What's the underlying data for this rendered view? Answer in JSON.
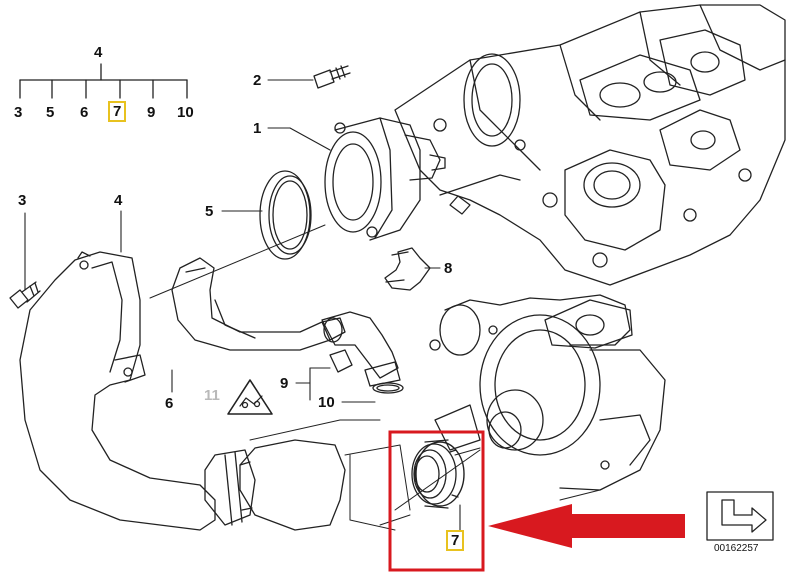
{
  "tree": {
    "root": "4",
    "children": [
      "3",
      "5",
      "6",
      "7",
      "9",
      "10"
    ],
    "highlighted": "7"
  },
  "callouts": {
    "c1": "1",
    "c2": "2",
    "c3": "3",
    "c4": "4",
    "c5": "5",
    "c6": "6",
    "c7": "7",
    "c8": "8",
    "c9": "9",
    "c10": "10",
    "c11": "11"
  },
  "diagram_code": "00162257",
  "colors": {
    "line": "#222222",
    "highlight_box": "#e8c21f",
    "detail_frame": "#d8191f",
    "arrow": "#d8191f",
    "muted_label": "#b9b9b9"
  }
}
